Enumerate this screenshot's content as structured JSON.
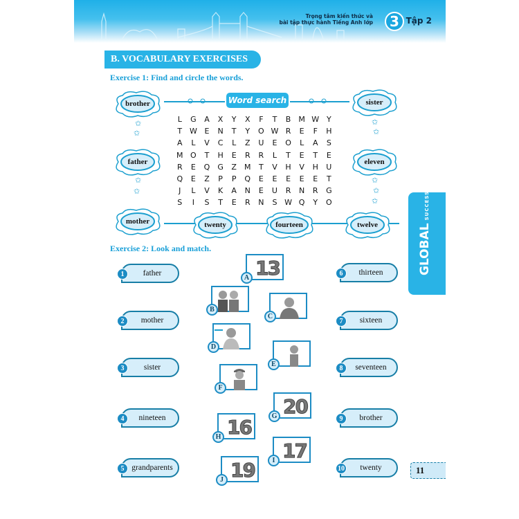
{
  "header": {
    "series_line1": "Trọng tâm kiến thức và",
    "series_line2": "bài tập thực hành Tiếng Anh lớp",
    "grade": "3",
    "volume": "Tập 2",
    "colors": {
      "banner": "#29b3e6",
      "accent": "#1aa0d8",
      "dark_border": "#177ea6"
    }
  },
  "section": {
    "title": "B. VOCABULARY EXERCISES"
  },
  "exercise1": {
    "title": "Exercise 1: Find and circle the words.",
    "box_title": "Word search",
    "grid": [
      [
        "L",
        "G",
        "A",
        "X",
        "Y",
        "X",
        "F",
        "T",
        "B",
        "M",
        "W",
        "Y"
      ],
      [
        "T",
        "W",
        "E",
        "N",
        "T",
        "Y",
        "O",
        "W",
        "R",
        "E",
        "F",
        "H"
      ],
      [
        "A",
        "L",
        "V",
        "C",
        "L",
        "Z",
        "U",
        "E",
        "O",
        "L",
        "A",
        "S"
      ],
      [
        "M",
        "O",
        "T",
        "H",
        "E",
        "R",
        "R",
        "L",
        "T",
        "E",
        "T",
        "E"
      ],
      [
        "R",
        "E",
        "Q",
        "G",
        "Z",
        "M",
        "T",
        "V",
        "H",
        "V",
        "H",
        "U"
      ],
      [
        "Q",
        "E",
        "Z",
        "P",
        "P",
        "Q",
        "E",
        "E",
        "E",
        "E",
        "E",
        "T"
      ],
      [
        "J",
        "L",
        "V",
        "K",
        "A",
        "N",
        "E",
        "U",
        "R",
        "N",
        "R",
        "G"
      ],
      [
        "S",
        "I",
        "S",
        "T",
        "E",
        "R",
        "N",
        "S",
        "W",
        "Q",
        "Y",
        "O"
      ]
    ],
    "words": {
      "brother": "brother",
      "sister": "sister",
      "father": "father",
      "eleven": "eleven",
      "mother": "mother",
      "twenty": "twenty",
      "fourteen": "fourteen",
      "twelve": "twelve"
    }
  },
  "exercise2": {
    "title": "Exercise 2: Look and match.",
    "left": [
      {
        "num": "1",
        "word": "father"
      },
      {
        "num": "2",
        "word": "mother"
      },
      {
        "num": "3",
        "word": "sister"
      },
      {
        "num": "4",
        "word": "nineteen"
      },
      {
        "num": "5",
        "word": "grandparents"
      }
    ],
    "right": [
      {
        "num": "6",
        "word": "thirteen"
      },
      {
        "num": "7",
        "word": "sixteen"
      },
      {
        "num": "8",
        "word": "seventeen"
      },
      {
        "num": "9",
        "word": "brother"
      },
      {
        "num": "10",
        "word": "twenty"
      }
    ],
    "pictures": [
      {
        "letter": "A",
        "content": "13",
        "icon": "number-13-balloon"
      },
      {
        "letter": "B",
        "content": "",
        "icon": "grandparents-picture"
      },
      {
        "letter": "C",
        "content": "",
        "icon": "man-father-picture"
      },
      {
        "letter": "D",
        "content": "",
        "icon": "mother-picture"
      },
      {
        "letter": "E",
        "content": "",
        "icon": "girl-sister-picture"
      },
      {
        "letter": "F",
        "content": "",
        "icon": "boy-brother-picture"
      },
      {
        "letter": "G",
        "content": "20",
        "icon": "number-20-balloon"
      },
      {
        "letter": "H",
        "content": "16",
        "icon": "number-16-balloon"
      },
      {
        "letter": "I",
        "content": "17",
        "icon": "number-17-balloon"
      },
      {
        "letter": "J",
        "content": "19",
        "icon": "number-19-balloon"
      }
    ]
  },
  "side_tab": {
    "brand": "GLOBAL",
    "tagline": "SUCCESS"
  },
  "page_number": "11"
}
